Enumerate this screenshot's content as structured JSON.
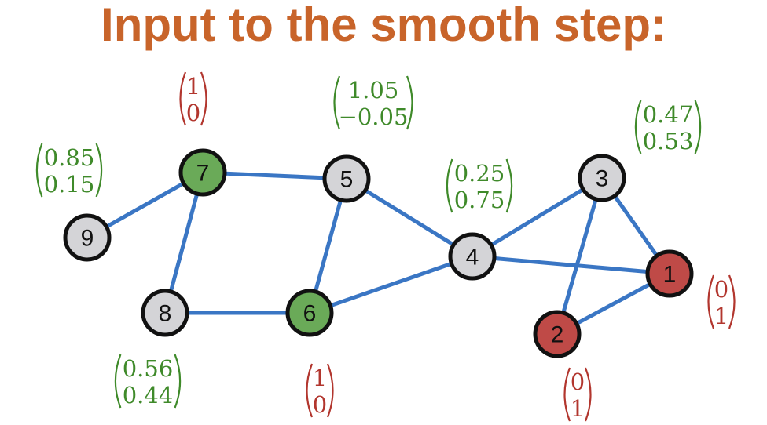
{
  "title": "Input to the smooth step:",
  "colors": {
    "title": "#c8642a",
    "edge": "#3a76c4",
    "gray_node": "#d4d4d7",
    "green_node": "#6aaa58",
    "red_node": "#bf4a47",
    "green_text": "#3f8a2a",
    "red_text": "#b2362e"
  },
  "nodes": [
    {
      "id": "1",
      "label": "1",
      "color": "red",
      "vector": [
        "0",
        "1"
      ]
    },
    {
      "id": "2",
      "label": "2",
      "color": "red",
      "vector": [
        "0",
        "1"
      ]
    },
    {
      "id": "3",
      "label": "3",
      "color": "gray",
      "vector": [
        "0.47",
        "0.53"
      ]
    },
    {
      "id": "4",
      "label": "4",
      "color": "gray",
      "vector": [
        "0.25",
        "0.75"
      ]
    },
    {
      "id": "5",
      "label": "5",
      "color": "gray",
      "vector": [
        "1.05",
        "−0.05"
      ]
    },
    {
      "id": "6",
      "label": "6",
      "color": "green",
      "vector": [
        "1",
        "0"
      ]
    },
    {
      "id": "7",
      "label": "7",
      "color": "green",
      "vector": [
        "1",
        "0"
      ]
    },
    {
      "id": "8",
      "label": "8",
      "color": "gray",
      "vector": [
        "0.56",
        "0.44"
      ]
    },
    {
      "id": "9",
      "label": "9",
      "color": "gray",
      "vector": [
        "0.85",
        "0.15"
      ]
    }
  ],
  "edges": [
    [
      "9",
      "7"
    ],
    [
      "7",
      "5"
    ],
    [
      "7",
      "8"
    ],
    [
      "8",
      "6"
    ],
    [
      "5",
      "6"
    ],
    [
      "5",
      "4"
    ],
    [
      "6",
      "4"
    ],
    [
      "4",
      "3"
    ],
    [
      "4",
      "1"
    ],
    [
      "3",
      "1"
    ],
    [
      "3",
      "2"
    ],
    [
      "2",
      "1"
    ]
  ]
}
